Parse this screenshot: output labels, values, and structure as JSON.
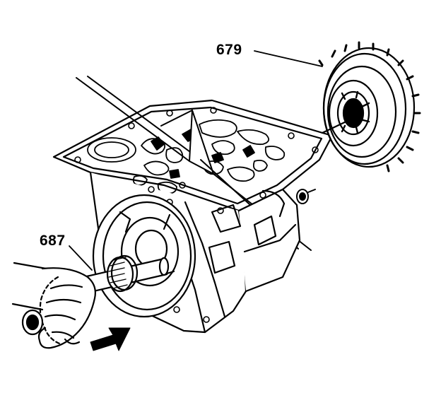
{
  "callouts": [
    {
      "id": "679",
      "text": "679"
    },
    {
      "id": "687",
      "text": "687"
    }
  ],
  "colors": {
    "ink": "#000000",
    "paper": "#ffffff"
  }
}
